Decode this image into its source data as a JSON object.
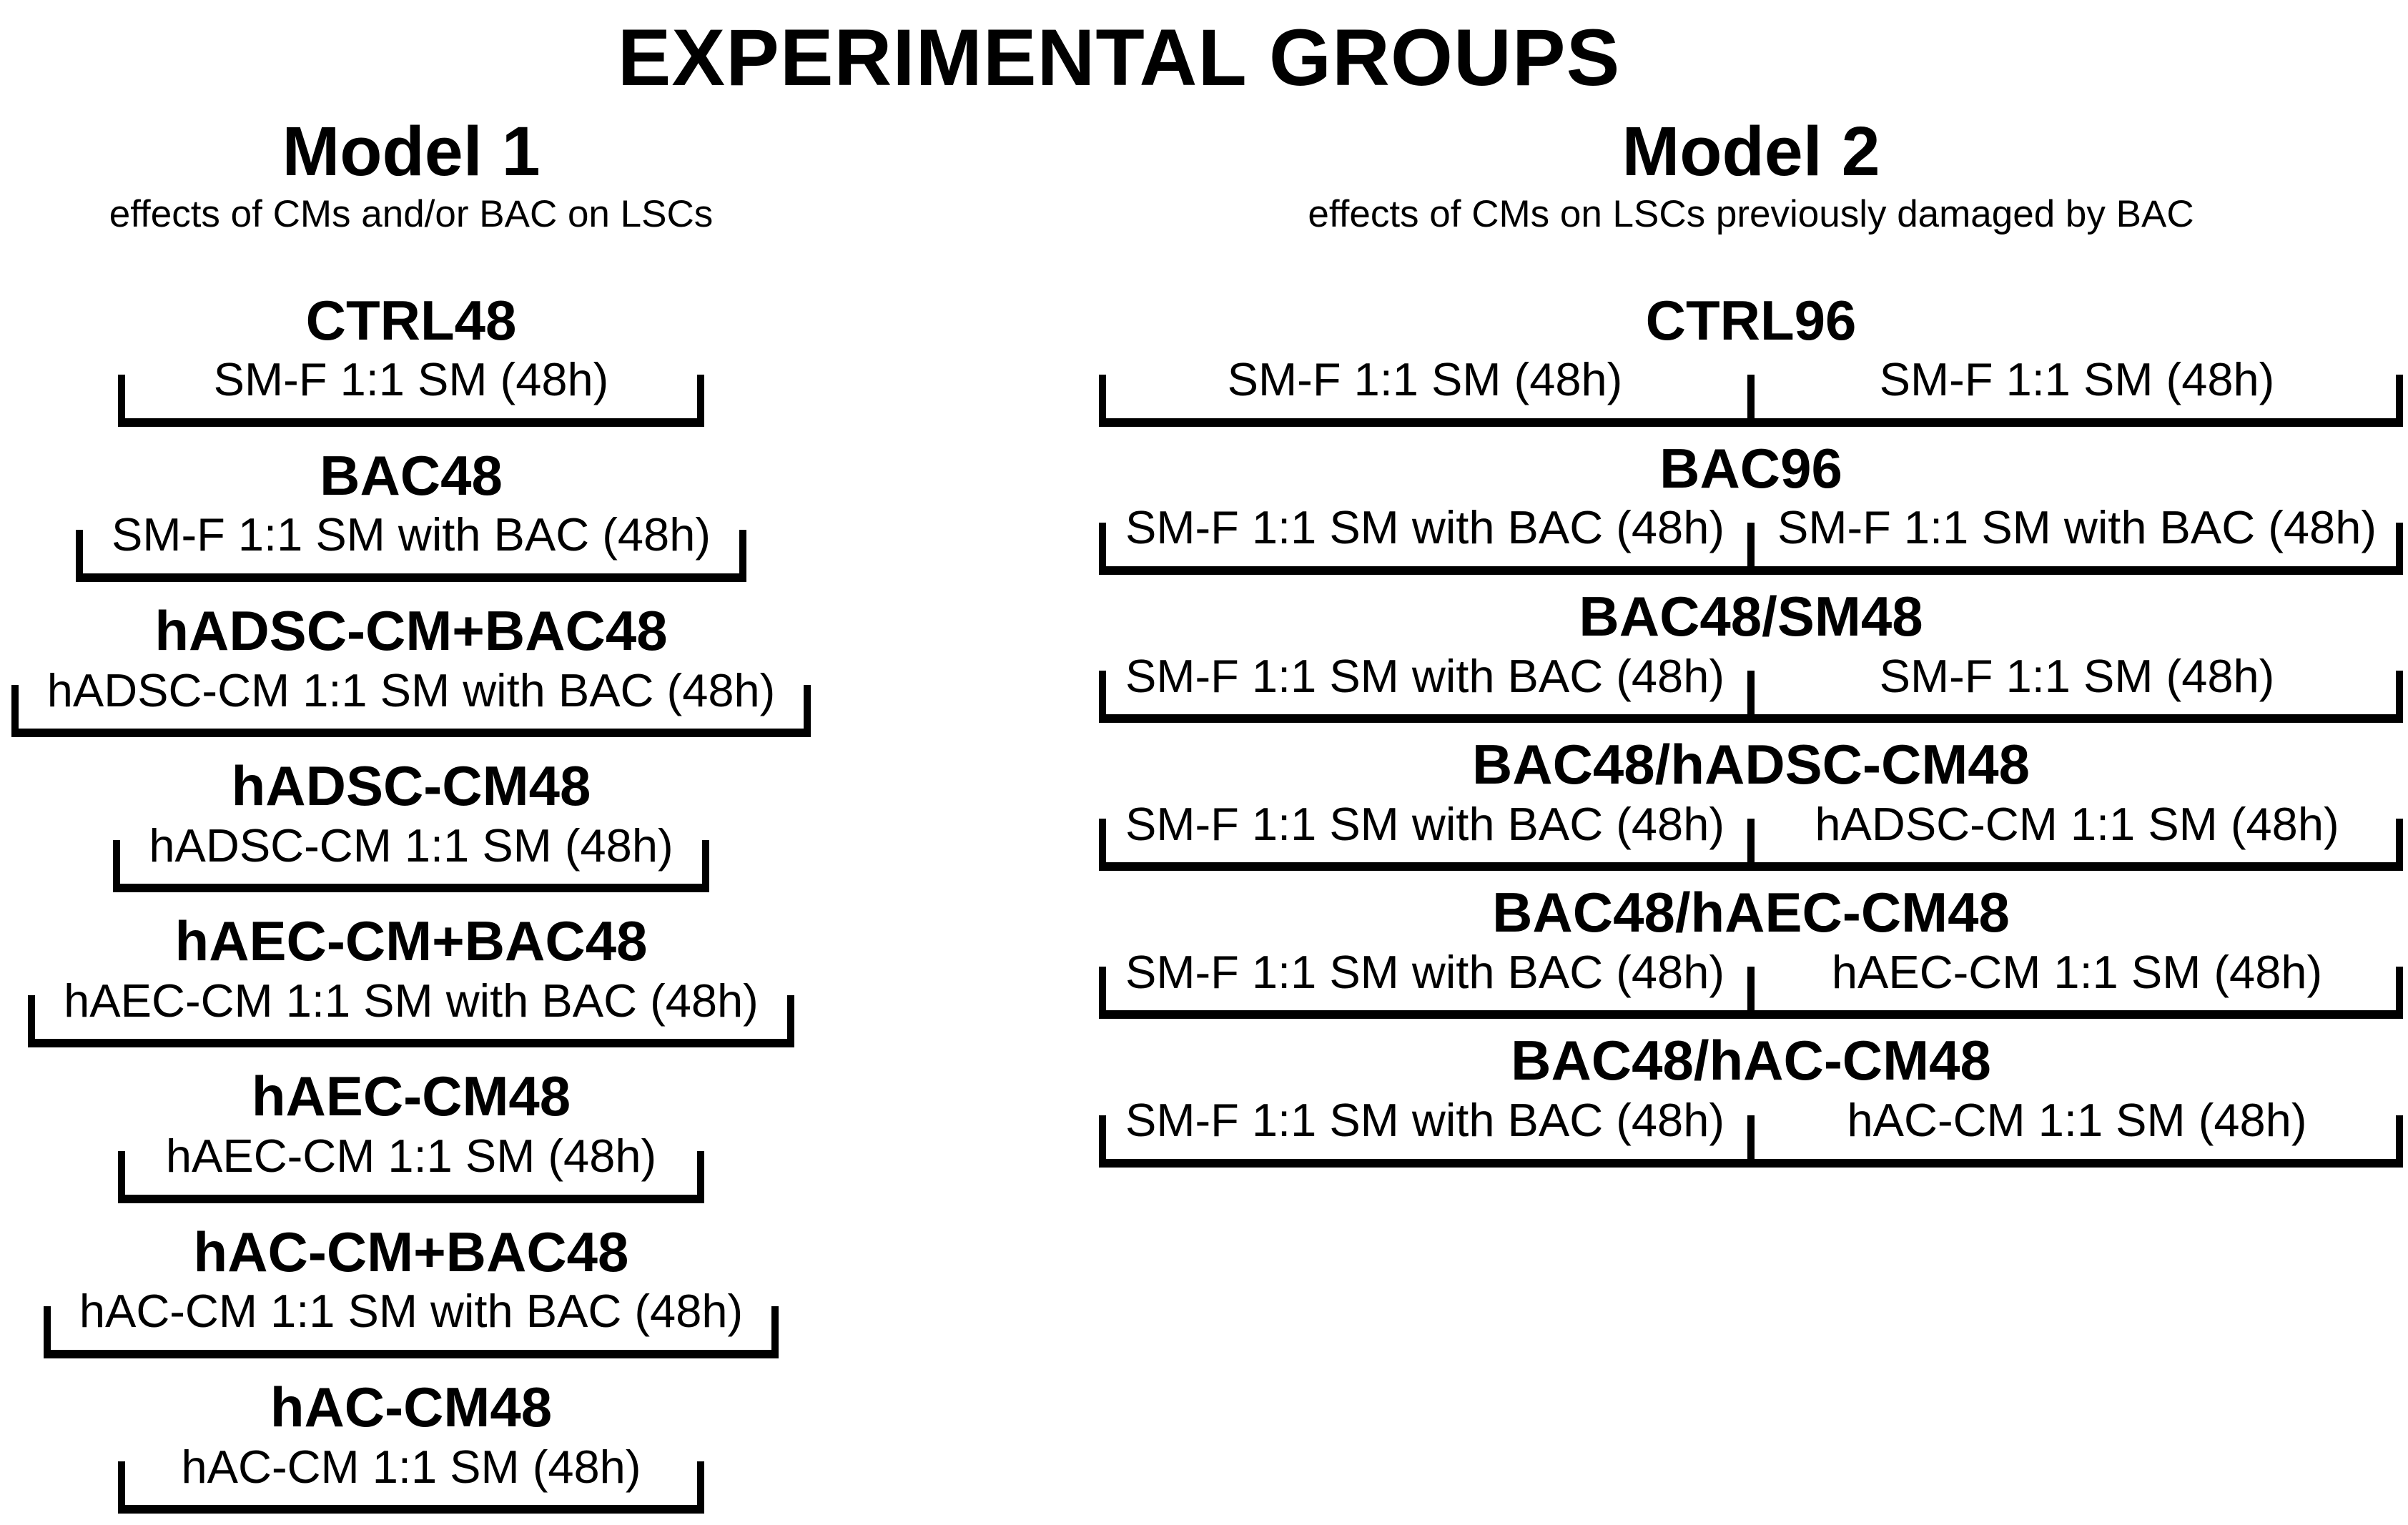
{
  "title": "EXPERIMENTAL GROUPS",
  "colors": {
    "ink": "#000000",
    "background": "#ffffff"
  },
  "models": [
    {
      "name": "Model 1",
      "subtitle": "effects of CMs and/or BAC on LSCs",
      "groups": [
        {
          "name": "CTRL48",
          "conditions": [
            "SM-F 1:1 SM (48h)"
          ]
        },
        {
          "name": "BAC48",
          "conditions": [
            "SM-F 1:1 SM with BAC (48h)"
          ]
        },
        {
          "name": "hADSC-CM+BAC48",
          "conditions": [
            "hADSC-CM 1:1 SM with BAC (48h)"
          ]
        },
        {
          "name": "hADSC-CM48",
          "conditions": [
            "hADSC-CM 1:1 SM (48h)"
          ]
        },
        {
          "name": "hAEC-CM+BAC48",
          "conditions": [
            "hAEC-CM 1:1 SM with BAC (48h)"
          ]
        },
        {
          "name": "hAEC-CM48",
          "conditions": [
            "hAEC-CM 1:1 SM (48h)"
          ]
        },
        {
          "name": "hAC-CM+BAC48",
          "conditions": [
            "hAC-CM 1:1 SM with BAC (48h)"
          ]
        },
        {
          "name": "hAC-CM48",
          "conditions": [
            "hAC-CM 1:1 SM (48h)"
          ]
        }
      ]
    },
    {
      "name": "Model 2",
      "subtitle": "effects of CMs on LSCs previously damaged by BAC",
      "groups": [
        {
          "name": "CTRL96",
          "conditions": [
            "SM-F 1:1 SM (48h)",
            "SM-F 1:1 SM (48h)"
          ]
        },
        {
          "name": "BAC96",
          "conditions": [
            "SM-F 1:1 SM with BAC (48h)",
            "SM-F 1:1 SM with BAC (48h)"
          ]
        },
        {
          "name": "BAC48/SM48",
          "conditions": [
            "SM-F 1:1 SM with BAC (48h)",
            "SM-F 1:1 SM (48h)"
          ]
        },
        {
          "name": "BAC48/hADSC-CM48",
          "conditions": [
            "SM-F 1:1 SM with BAC (48h)",
            "hADSC-CM 1:1 SM (48h)"
          ]
        },
        {
          "name": "BAC48/hAEC-CM48",
          "conditions": [
            "SM-F 1:1 SM with BAC (48h)",
            "hAEC-CM 1:1 SM (48h)"
          ]
        },
        {
          "name": "BAC48/hAC-CM48",
          "conditions": [
            "SM-F 1:1 SM with BAC (48h)",
            "hAC-CM 1:1 SM (48h)"
          ]
        }
      ]
    }
  ]
}
